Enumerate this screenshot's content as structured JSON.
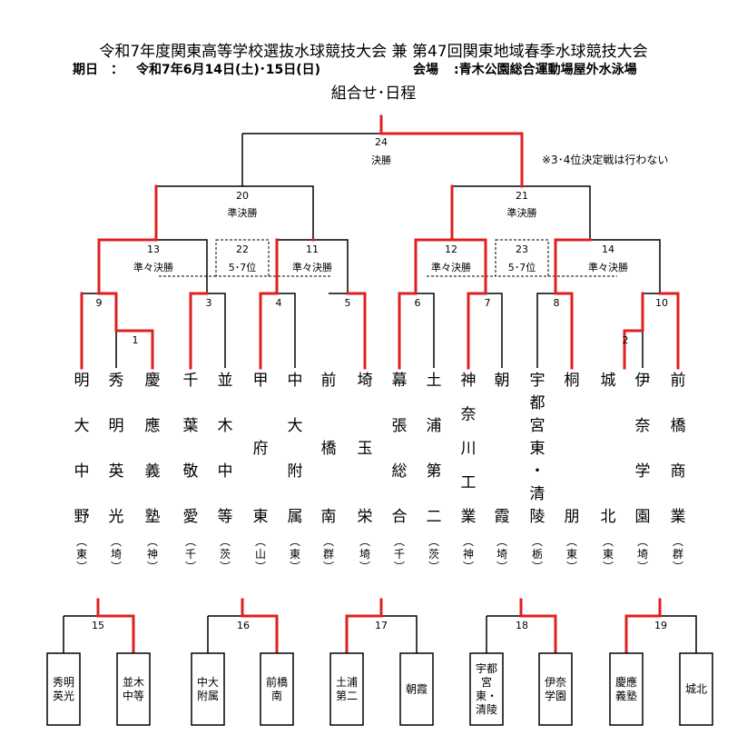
{
  "header": {
    "title": "令和7年度関東高等学校選抜水球競技大会 兼 第47回関東地域春季水球競技大会",
    "period_label": "期日　：",
    "period_value": "令和7年6月14日(土)･15日(日)",
    "venue_label": "会場",
    "venue_value": ":青木公園総合運動場屋外水泳場",
    "subtitle": "組合せ･日程"
  },
  "note": "※3･4位決定戦は行わない",
  "round_labels": {
    "final": "決勝",
    "semifinal": "準決勝",
    "quarterfinal": "準々決勝",
    "placement": "5･7位"
  },
  "match_numbers": {
    "m1": "1",
    "m2": "2",
    "m3": "3",
    "m4": "4",
    "m5": "5",
    "m6": "6",
    "m7": "7",
    "m8": "8",
    "m9": "9",
    "m10": "10",
    "m11": "11",
    "m12": "12",
    "m13": "13",
    "m14": "14",
    "m15": "15",
    "m16": "16",
    "m17": "17",
    "m18": "18",
    "m19": "19",
    "m20": "20",
    "m21": "21",
    "m22": "22",
    "m23": "23",
    "m24": "24"
  },
  "teams": [
    {
      "chars": [
        "明",
        "大",
        "中",
        "野"
      ],
      "pref": "東"
    },
    {
      "chars": [
        "秀",
        "明",
        "英",
        "光"
      ],
      "pref": "埼"
    },
    {
      "chars": [
        "慶",
        "應",
        "義",
        "塾"
      ],
      "pref": "神"
    },
    {
      "chars": [
        "千",
        "葉",
        "敬",
        "愛"
      ],
      "pref": "千"
    },
    {
      "chars": [
        "並",
        "木",
        "中",
        "等"
      ],
      "pref": "茨"
    },
    {
      "chars": [
        "甲",
        "府",
        "東"
      ],
      "pref": "山"
    },
    {
      "chars": [
        "中",
        "大",
        "附",
        "属"
      ],
      "pref": "東"
    },
    {
      "chars": [
        "前",
        "橋",
        "南"
      ],
      "pref": "群"
    },
    {
      "chars": [
        "埼",
        "玉",
        "栄"
      ],
      "pref": "埼"
    },
    {
      "chars": [
        "幕",
        "張",
        "総",
        "合"
      ],
      "pref": "千"
    },
    {
      "chars": [
        "土",
        "浦",
        "第",
        "二"
      ],
      "pref": "茨"
    },
    {
      "chars": [
        "神",
        "奈",
        "川",
        "工",
        "業"
      ],
      "pref": "神"
    },
    {
      "chars": [
        "朝",
        "霞"
      ],
      "pref": "埼"
    },
    {
      "chars": [
        "宇",
        "都",
        "宮",
        "東",
        "・",
        "清",
        "陵"
      ],
      "pref": "栃"
    },
    {
      "chars": [
        "桐",
        "朋"
      ],
      "pref": "東"
    },
    {
      "chars": [
        "城",
        "北"
      ],
      "pref": "東"
    },
    {
      "chars": [
        "伊",
        "奈",
        "学",
        "園"
      ],
      "pref": "埼"
    },
    {
      "chars": [
        "前",
        "橋",
        "商",
        "業"
      ],
      "pref": "群"
    }
  ],
  "consolation": [
    {
      "lines": [
        "秀明",
        "英光"
      ]
    },
    {
      "lines": [
        "並木",
        "中等"
      ]
    },
    {
      "lines": [
        "中大",
        "附属"
      ]
    },
    {
      "lines": [
        "前橋",
        "南"
      ]
    },
    {
      "lines": [
        "土浦",
        "第二"
      ]
    },
    {
      "lines": [
        "朝霞"
      ]
    },
    {
      "lines": [
        "宇都",
        "宮",
        "東・",
        "清陵"
      ]
    },
    {
      "lines": [
        "伊奈",
        "学園"
      ]
    },
    {
      "lines": [
        "慶應",
        "義塾"
      ]
    },
    {
      "lines": [
        "城北"
      ]
    }
  ],
  "colors": {
    "win": "#e02020",
    "line": "#000000"
  }
}
